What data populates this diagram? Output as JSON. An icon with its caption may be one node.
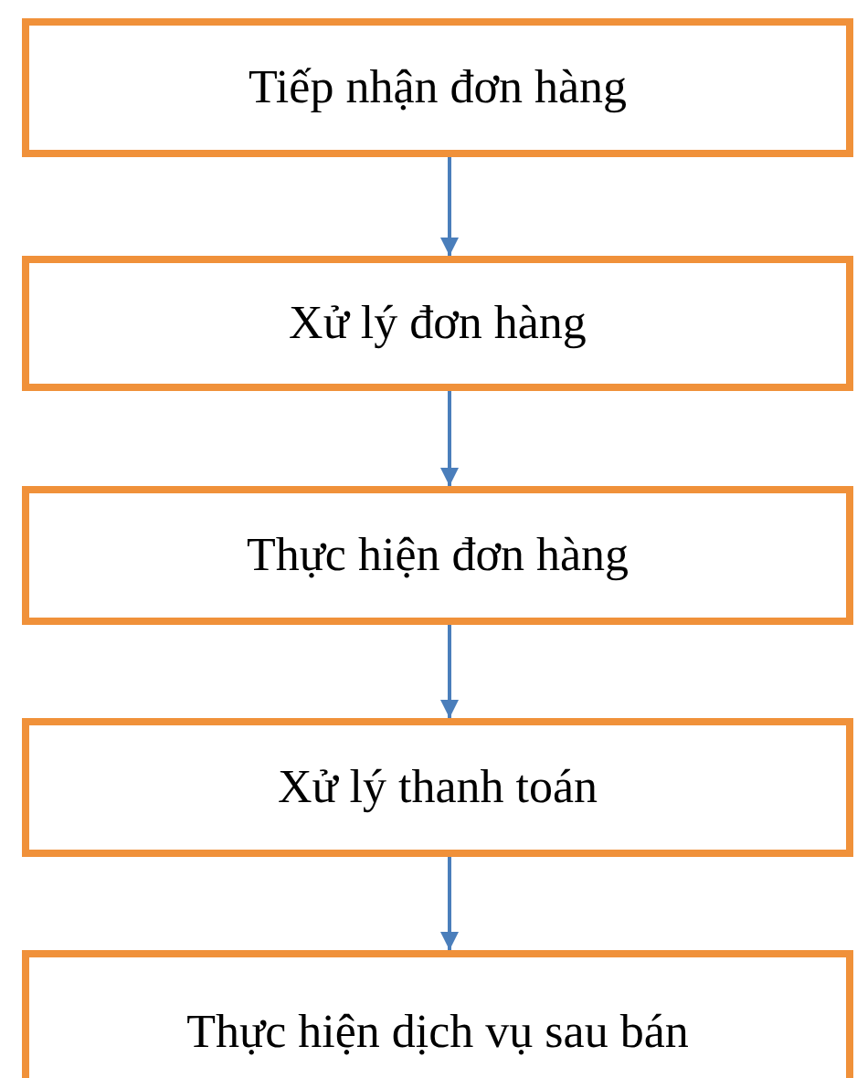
{
  "diagram": {
    "nodes": [
      {
        "text": [
          "Tiếp nhận đơn hàng"
        ]
      },
      {
        "text": [
          "Xử lý đơn hàng"
        ]
      },
      {
        "text": [
          "Thực hiện đơn hàng"
        ]
      },
      {
        "text": [
          "Xử lý thanh toán"
        ]
      },
      {
        "text": [
          "Thực hiện dịch vụ sau bán"
        ]
      }
    ],
    "edges": [
      {
        "from": 0,
        "to": 1,
        "arrow": "to"
      },
      {
        "from": 1,
        "to": 2,
        "arrow": "to"
      },
      {
        "from": 2,
        "to": 3,
        "arrow": "to"
      },
      {
        "from": 3,
        "to": 4,
        "arrow": "to"
      }
    ]
  }
}
